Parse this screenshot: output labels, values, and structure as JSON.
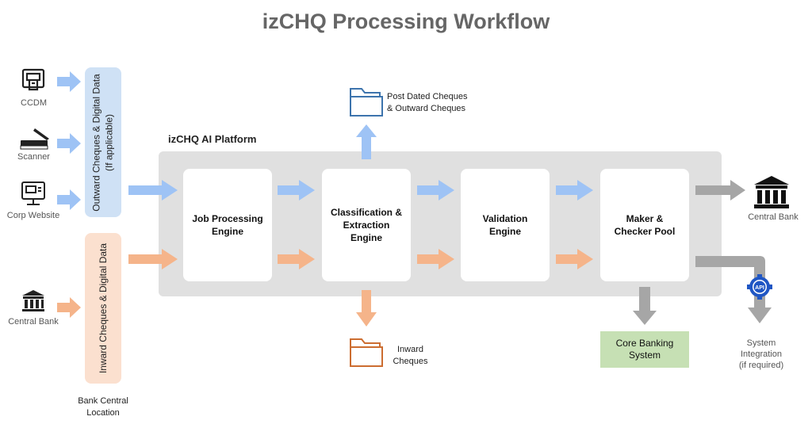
{
  "title": "izCHQ Processing Workflow",
  "platform": {
    "label": "izCHQ AI  Platform"
  },
  "sources": [
    {
      "label": "CCDM",
      "icon": "cheque-machine-icon"
    },
    {
      "label": "Scanner",
      "icon": "scanner-icon"
    },
    {
      "label": "Corp Website",
      "icon": "monitor-icon"
    },
    {
      "label": "Central Bank",
      "icon": "bank-icon"
    }
  ],
  "panels": {
    "outward_line1": "Outward Cheques & Digital Data",
    "outward_line2": "(If applicable)",
    "inward": "Inward Cheques & Digital Data"
  },
  "bank_central_location": {
    "line1": "Bank Central",
    "line2": "Location"
  },
  "engines": [
    {
      "line1": "Job Processing",
      "line2": "Engine",
      "line3": ""
    },
    {
      "line1": "Classification &",
      "line2": "Extraction",
      "line3": "Engine"
    },
    {
      "line1": "Validation",
      "line2": "Engine",
      "line3": ""
    },
    {
      "line1": "Maker &",
      "line2": "Checker Pool",
      "line3": ""
    }
  ],
  "post_dated": {
    "line1": "Post Dated Cheques",
    "line2": "& Outward Cheques"
  },
  "inward_out": {
    "line1": "Inward",
    "line2": "Cheques"
  },
  "core_banking": {
    "line1": "Core Banking",
    "line2": "System"
  },
  "central_bank_out": {
    "label": "Central Bank"
  },
  "system_integration": {
    "line1": "System",
    "line2": "Integration",
    "line3": "(if required)",
    "api_label": "API"
  },
  "colors": {
    "blue": "#9ec3f5",
    "orange": "#f5b48a",
    "gray": "#a6a6a6",
    "outward_panel": "#cfe1f5",
    "inward_panel": "#fbe0cf",
    "core_banking": "#c6e0b4",
    "folder_blue": "#3d74ad",
    "folder_orange": "#cc6d30"
  }
}
